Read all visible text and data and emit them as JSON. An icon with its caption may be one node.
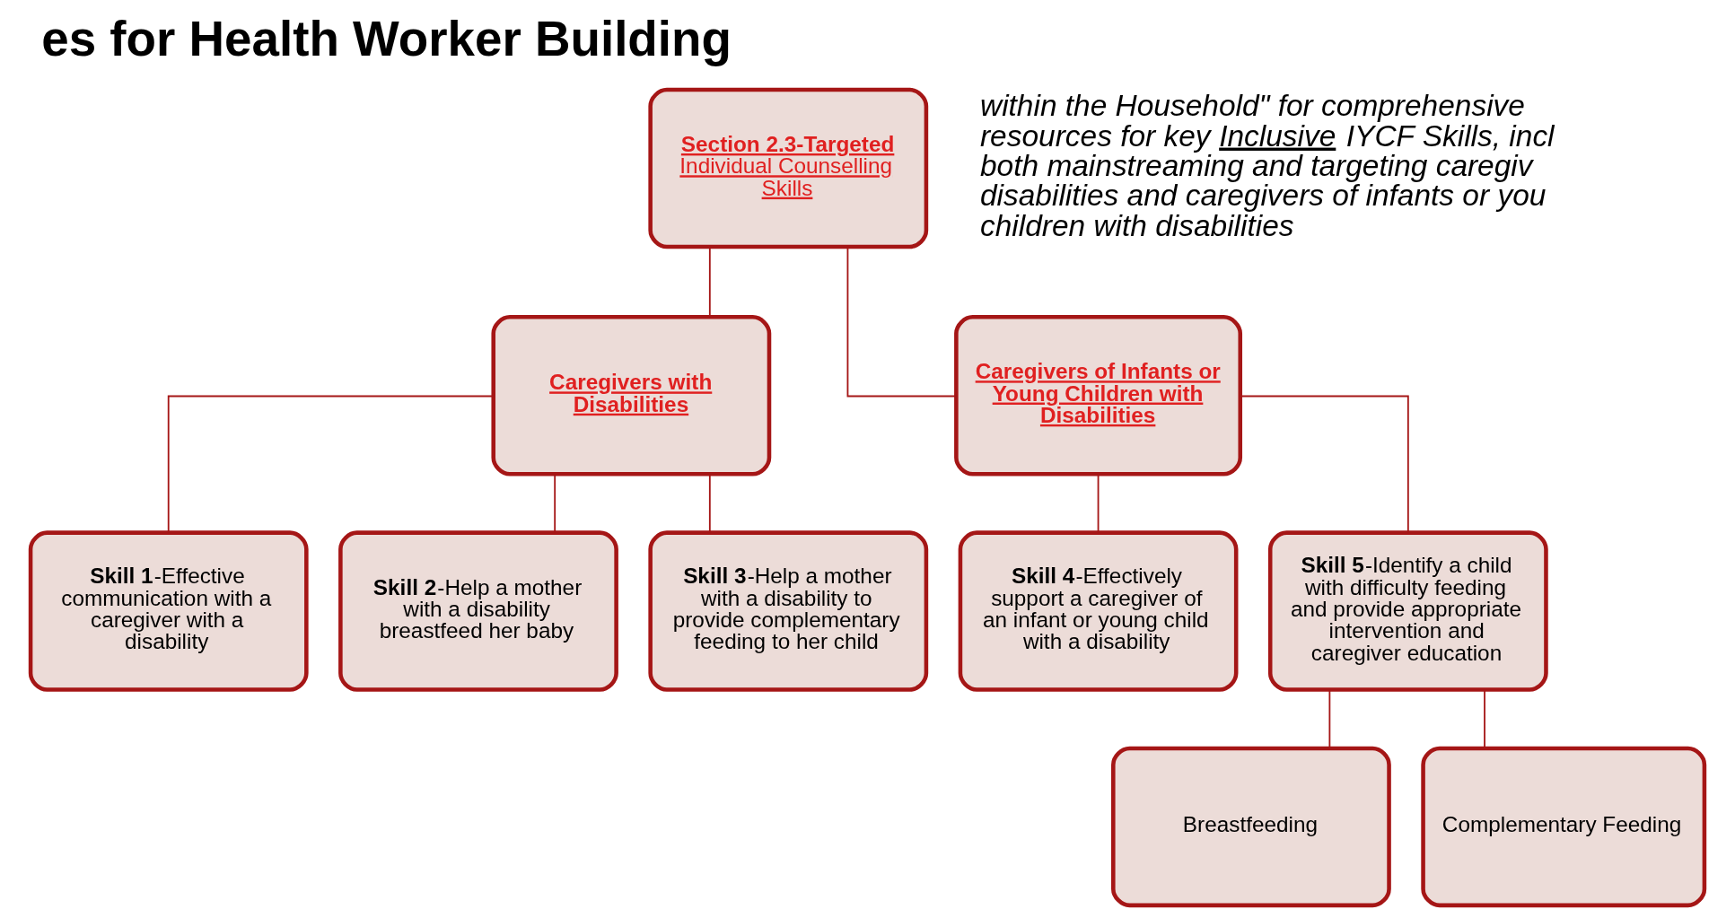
{
  "diagram": {
    "title": "es for Health Worker Building",
    "nodes": [
      {
        "text": [
          "**Section 2.3-Targeted** Individual Counselling Skills"
        ]
      },
      {
        "text": [
          "Caregivers with Disabilities"
        ]
      },
      {
        "text": [
          "Caregivers of Infants or Young Children with Disabilities"
        ]
      },
      {
        "text": [
          "**Skill 1**-Effective communication with a caregiver with a disability"
        ]
      },
      {
        "text": [
          "**Skill 2**-Help a mother with a disability breastfeed her baby"
        ]
      },
      {
        "text": [
          "**Skill 3**-Help a mother with a disability to provide complementary feeding to her child"
        ]
      },
      {
        "text": [
          "**Skill 4**-Effectively support a caregiver of an infant or young child with a disability"
        ]
      },
      {
        "text": [
          "**Skill 5**-Identify a child with difficulty feeding and provide appropriate intervention and caregiver education"
        ]
      },
      {
        "text": [
          "Breastfeeding"
        ]
      },
      {
        "text": [
          "Complementary Feeding"
        ]
      }
    ],
    "edges": [
      {
        "from": 0,
        "to": 1,
        "arrow": "none"
      },
      {
        "from": 0,
        "to": 2,
        "arrow": "none"
      },
      {
        "from": 1,
        "to": 3,
        "arrow": "none"
      },
      {
        "from": 1,
        "to": 4,
        "arrow": "none"
      },
      {
        "from": 1,
        "to": 5,
        "arrow": "none"
      },
      {
        "from": 2,
        "to": 6,
        "arrow": "none"
      },
      {
        "from": 2,
        "to": 7,
        "arrow": "none"
      },
      {
        "from": 7,
        "to": 8,
        "arrow": "none"
      },
      {
        "from": 7,
        "to": 9,
        "arrow": "none"
      }
    ],
    "labels": [
      "within the Household\" for comprehensive resources for key *Inclusive* IYCF Skills, incl both mainstreaming and targeting caregiv disabilities and caregivers of infants or you children with disabilities"
    ]
  }
}
